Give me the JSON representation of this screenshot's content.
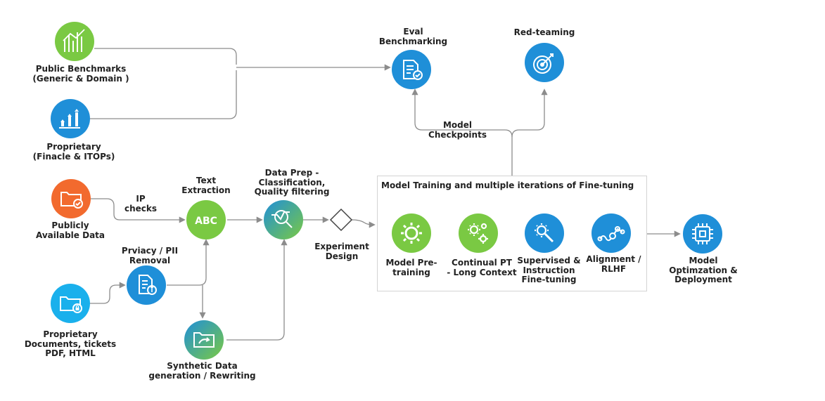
{
  "labels": {
    "public_benchmarks": "Public Benchmarks\n(Generic & Domain )",
    "proprietary": "Proprietary\n(Finacle & ITOPs)",
    "publicly_available": "Publicly\nAvailable Data",
    "proprietary_documents": "Proprietary\nDocuments, tickets\nPDF, HTML",
    "ip_checks": "IP\nchecks",
    "privacy_pii": "Prviacy / PII\nRemoval",
    "text_extraction": "Text\nExtraction",
    "synthetic_data": "Synthetic Data\ngeneration / Rewriting",
    "data_prep": "Data Prep -\nClassification,\nQuality filtering",
    "experiment_design": "Experiment\nDesign",
    "eval_benchmarking": "Eval\nBenchmarking",
    "red_teaming": "Red-teaming",
    "model_checkpoints": "Model\nCheckpoints",
    "training_box_title": "Model Training and multiple iterations of Fine-tuning",
    "model_pretraining": "Model Pre-\ntraining",
    "continual_pt": "Continual PT\n- Long Context",
    "supervised": "Supervised &\nInstruction\nFine-tuning",
    "alignment": "Alignment /\nRLHF",
    "model_optimization": "Model\nOptimzation &\nDeployment"
  },
  "icons": {
    "public_benchmarks": "bar-chart-icon",
    "proprietary": "trend-bars-icon",
    "publicly_available": "folder-check-icon",
    "proprietary_documents": "folder-lock-icon",
    "privacy_pii": "document-info-icon",
    "text_extraction": "abc-text-icon",
    "synthetic_data": "folder-refresh-icon",
    "data_prep": "magnifier-filter-icon",
    "eval_benchmarking": "checklist-icon",
    "red_teaming": "target-icon",
    "model_pretraining": "gear-icon",
    "continual_pt": "gears-icon",
    "supervised": "wrench-gear-icon",
    "alignment": "network-wave-icon",
    "model_optimization": "chip-icon"
  },
  "colors": {
    "blue": "#1f8fd8",
    "green": "#7ac943",
    "orange": "#f26a2e",
    "connector": "#8c8c8c",
    "text": "#222222",
    "box_border": "#d3d3d3"
  }
}
